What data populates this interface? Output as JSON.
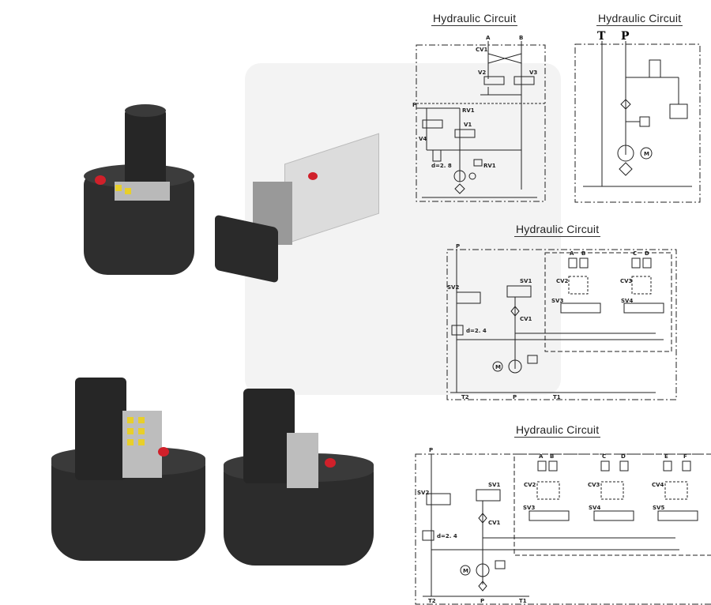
{
  "colors": {
    "body": "#2b2b2b",
    "tank": "#333333",
    "accent_red": "#d0202a",
    "accent_yellow": "#e8cf2a",
    "box_grey": "#dcdcdc"
  },
  "products": [
    {
      "name": "round-tank-power-unit"
    },
    {
      "name": "motor-with-grey-box-tank"
    },
    {
      "name": "large-octagon-tank-with-manifold"
    },
    {
      "name": "large-octagon-tank-with-valve-block"
    }
  ],
  "diagrams": [
    {
      "title": "Hydraulic Circuit",
      "labels": {
        "a": "A",
        "b": "B",
        "cv1": "CV1",
        "v1": "V1",
        "v2": "V2",
        "v3": "V3",
        "v4": "V4",
        "p": "P",
        "rv1": "RV1",
        "orifice": "d=2. 8",
        "rv2": "RV1"
      }
    },
    {
      "title": "Hydraulic Circuit",
      "labels": {
        "t": "T",
        "p": "P",
        "m": "M"
      }
    },
    {
      "title": "Hydraulic Circuit",
      "labels": {
        "p": "P",
        "sv1": "SV1",
        "sv2": "SV2",
        "sv3": "SV3",
        "sv4": "SV4",
        "cv1": "CV1",
        "cv2": "CV2",
        "cv3": "CV3",
        "orifice": "d=2. 4",
        "t1": "T1",
        "t2": "T2",
        "pb": "P",
        "m": "M",
        "ports": [
          "A",
          "B",
          "C",
          "D"
        ]
      }
    },
    {
      "title": "Hydraulic Circuit",
      "labels": {
        "p": "P",
        "sv1": "SV1",
        "sv2": "SV2",
        "sv3": "SV3",
        "sv4": "SV4",
        "sv5": "SV5",
        "cv1": "CV1",
        "cv2": "CV2",
        "cv3": "CV3",
        "cv4": "CV4",
        "orifice": "d=2. 4",
        "t1": "T1",
        "t2": "T2",
        "pb": "P",
        "m": "M",
        "ports": [
          "A",
          "B",
          "C",
          "D",
          "E",
          "F"
        ]
      }
    }
  ]
}
